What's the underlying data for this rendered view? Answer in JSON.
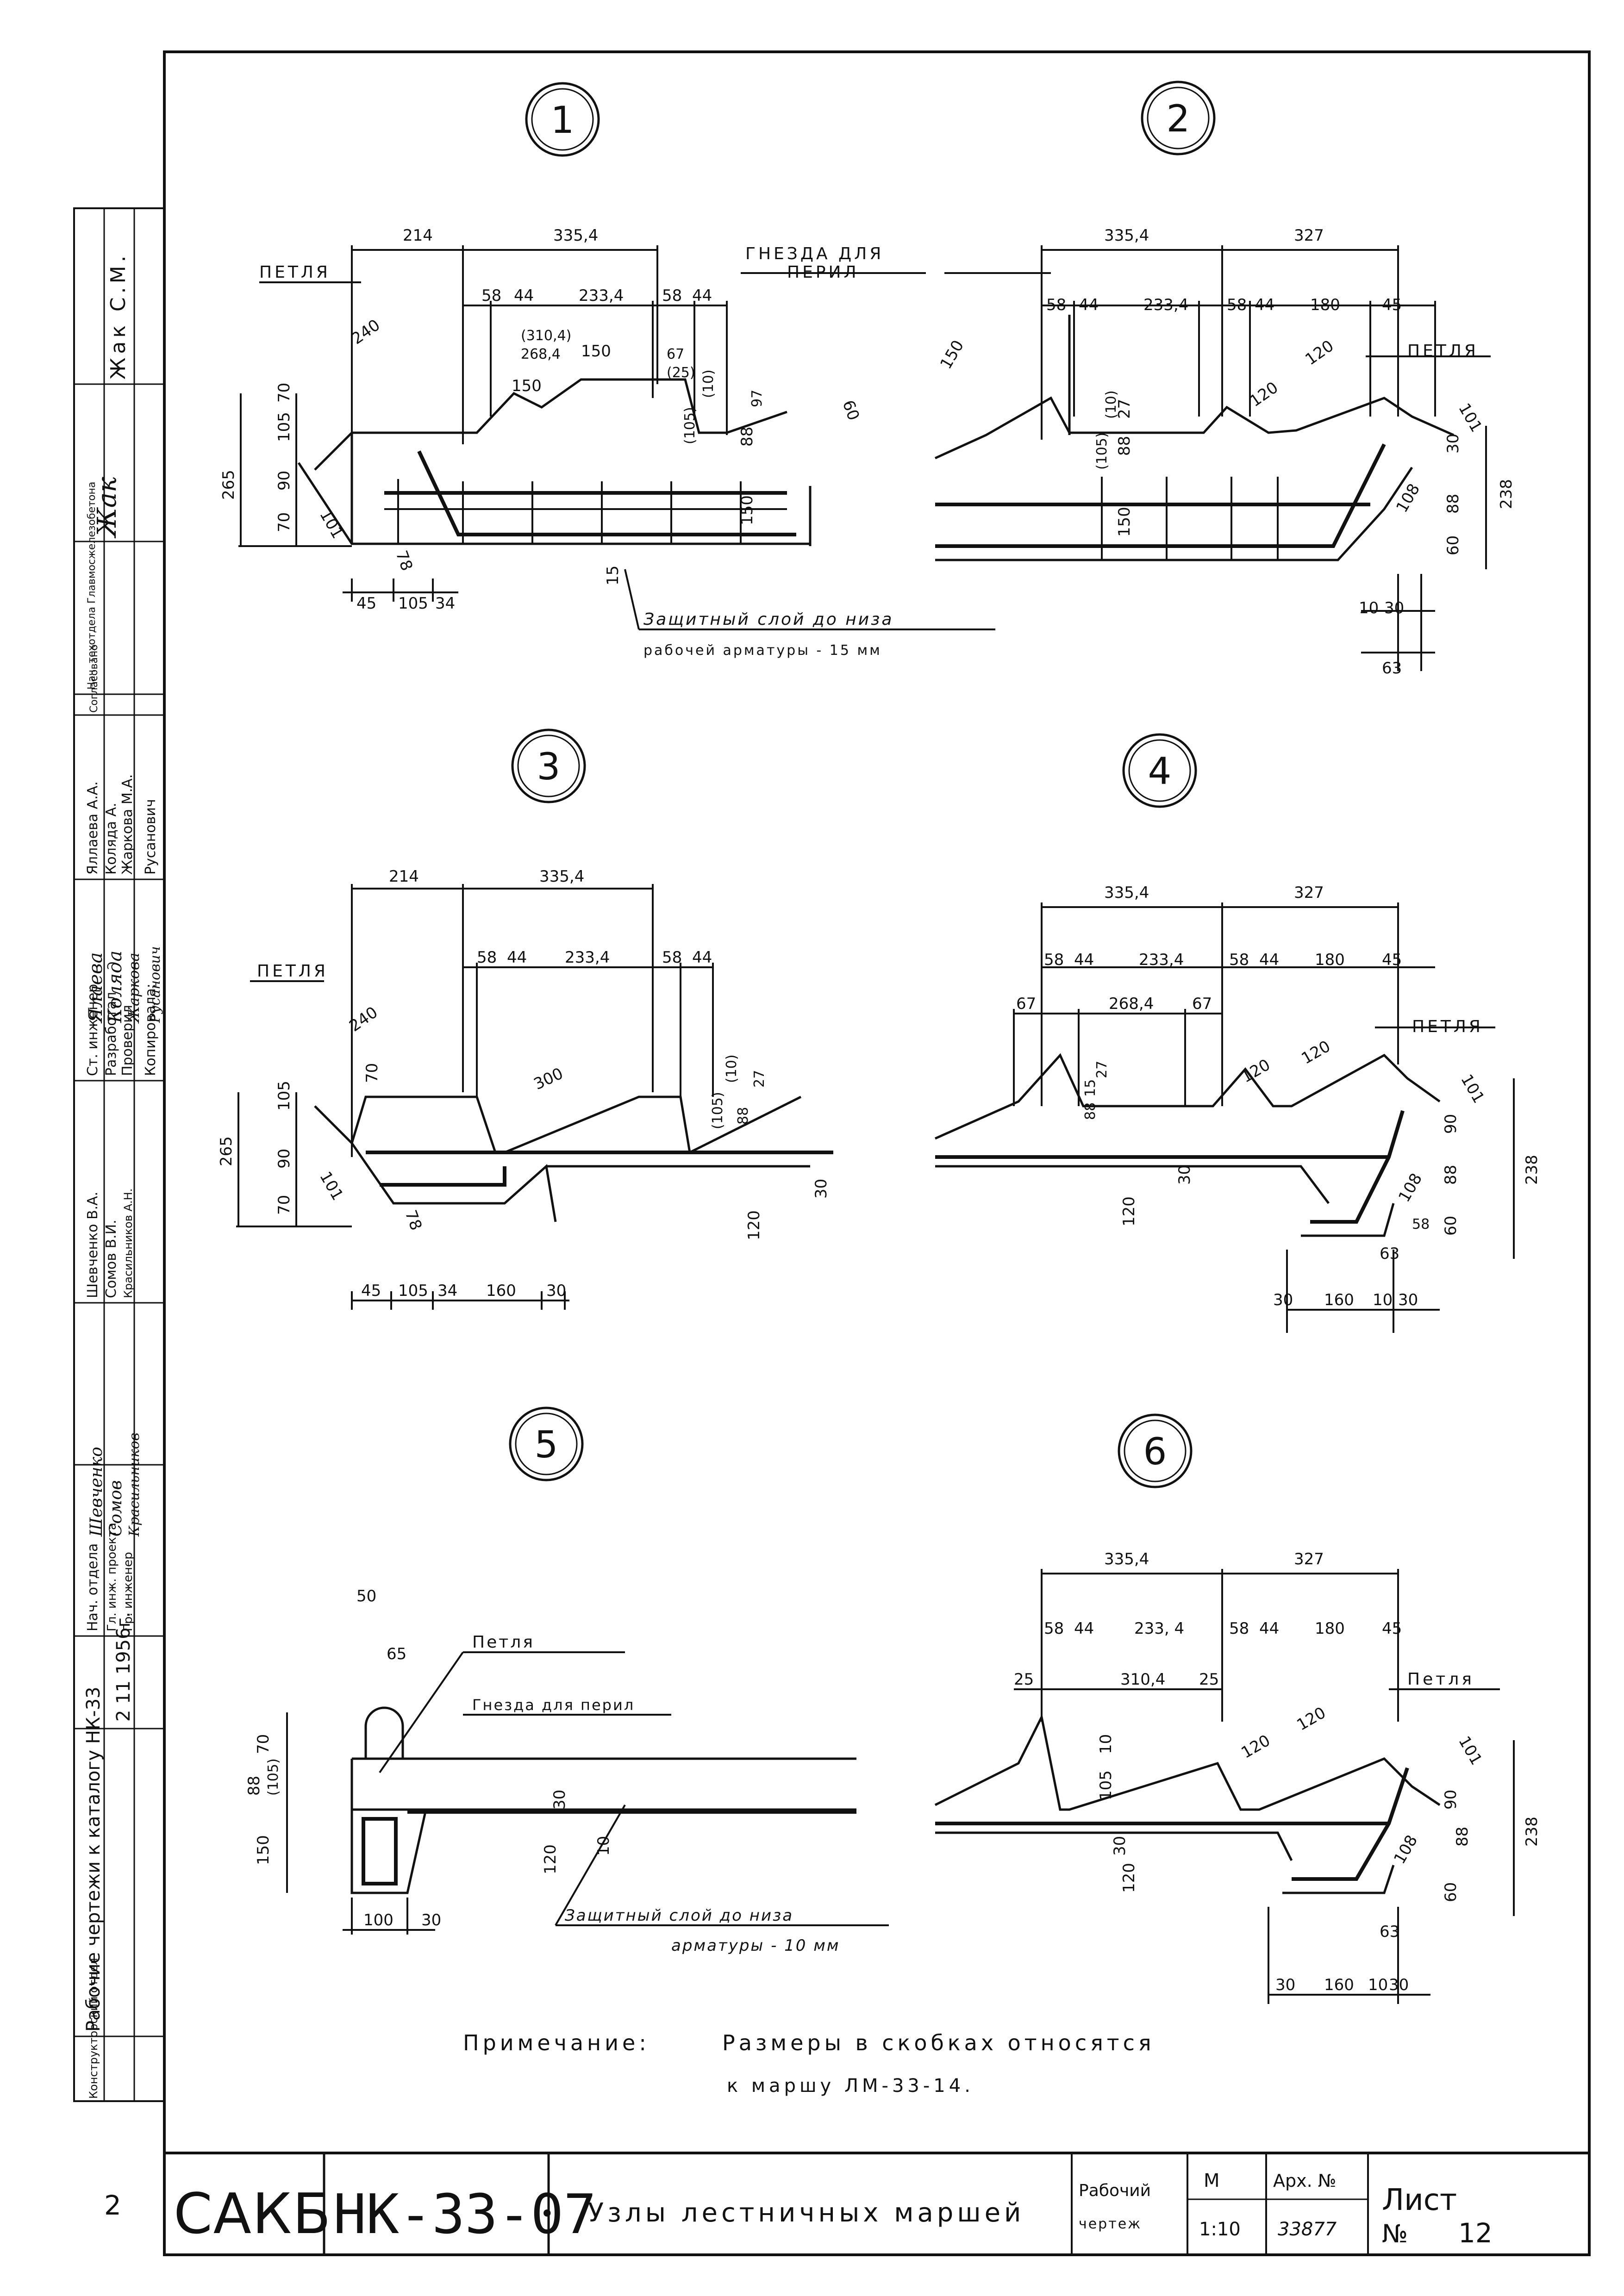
{
  "nodes": [
    {
      "number": "1",
      "dims": [
        "214",
        "335,4",
        "58",
        "44",
        "233,4",
        "58",
        "44",
        "240",
        "(310,4)",
        "268,4",
        "150",
        "150",
        "67",
        "(25)",
        "(10)",
        "70",
        "105",
        "90",
        "265",
        "101",
        "70",
        "78",
        "97",
        "88",
        "150",
        "60",
        "45",
        "105",
        "34",
        "15",
        "(105)"
      ],
      "labels": {
        "loop": "ПЕТЛЯ",
        "sockets_l1": "ГНЕЗДА ДЛЯ",
        "sockets_l2": "ПЕРИЛ",
        "cover_l1": "Защитный слой до низа",
        "cover_l2": "рабочей арматуры - 15 мм"
      }
    },
    {
      "number": "2",
      "dims": [
        "335,4",
        "327",
        "58",
        "44",
        "233,4",
        "58",
        "44",
        "180",
        "45",
        "150",
        "120",
        "120",
        "(105)",
        "(10)",
        "88",
        "27",
        "150",
        "30",
        "101",
        "88",
        "238",
        "108",
        "60",
        "10",
        "30",
        "63"
      ],
      "labels": {
        "loop": "ПЕТЛЯ"
      }
    },
    {
      "number": "3",
      "dims": [
        "214",
        "335,4",
        "58",
        "44",
        "233,4",
        "58",
        "44",
        "240",
        "70",
        "300",
        "(105)",
        "(10)",
        "27",
        "88",
        "265",
        "105",
        "90",
        "101",
        "70",
        "78",
        "30",
        "120",
        "45",
        "105",
        "34",
        "160",
        "30"
      ],
      "labels": {
        "loop": "ПЕТЛЯ"
      }
    },
    {
      "number": "4",
      "dims": [
        "335,4",
        "327",
        "58",
        "44",
        "233,4",
        "58",
        "44",
        "180",
        "45",
        "67",
        "268,4",
        "67",
        "120",
        "120",
        "101",
        "90",
        "88",
        "238",
        "108",
        "60",
        "58",
        "63",
        "120",
        "30",
        "27",
        "30",
        "160",
        "10",
        "30",
        "15",
        "88"
      ],
      "labels": {
        "loop": "ПЕТЛЯ"
      }
    },
    {
      "number": "5",
      "dims": [
        "50",
        "65",
        "70",
        "88",
        "(105)",
        "150",
        "30",
        "120",
        "10",
        "100",
        "30"
      ],
      "labels": {
        "loop": "Петля",
        "sockets": "Гнезда для перил",
        "cover_l1": "Защитный слой до низа",
        "cover_l2": "арматуры - 10 мм"
      }
    },
    {
      "number": "6",
      "dims": [
        "335,4",
        "327",
        "58",
        "44",
        "233, 4",
        "58",
        "44",
        "180",
        "45",
        "25",
        "310,4",
        "25",
        "10",
        "105",
        "30",
        "120",
        "120",
        "101",
        "90",
        "88",
        "238",
        "108",
        "60",
        "63",
        "120",
        "30",
        "160",
        "10",
        "30"
      ],
      "labels": {
        "loop": "Петля"
      }
    }
  ],
  "note": {
    "prefix": "Примечание:",
    "line1": "Размеры в скобках относятся",
    "line2": "к маршу ЛМ-33-14."
  },
  "stamp": {
    "left_col": [
      "Конструкторский отдел",
      "Рабочие чертежи к каталогу НК-33",
      "2 11 1956г.",
      "Нач. отдела",
      "Гл. инж. проекта",
      "Гр. инженер",
      "Шевченко В.А.",
      "Сомов В.И.",
      "Красильников А.Н.",
      "Ст. инженер",
      "Разработал",
      "Проверил",
      "Копировала:",
      "Яллаева А.А.",
      "Коляда А.",
      "Жаркова М.А.",
      "Русанович",
      "Согласовано",
      "Нач. техотдела Главмосжелезобетона",
      "Жак С.М."
    ],
    "signatures": [
      "Ялаева",
      "Коляда",
      "Жаркова",
      "Русанович",
      "Шевченко",
      "Сомов",
      "Красильников",
      "Жак"
    ]
  },
  "title_block": {
    "org": "САКБ",
    "code": "НК-33-07",
    "title": "Узлы лестничных маршей",
    "stage_l1": "Рабочий",
    "stage_l2": "чертеж",
    "scale_label": "М",
    "scale": "1:10",
    "arch_label": "Арх. №",
    "arch_no": "33877",
    "sheet_label": "Лист",
    "sheet_no_label": "№",
    "sheet_no": "12"
  },
  "page_no": "2"
}
